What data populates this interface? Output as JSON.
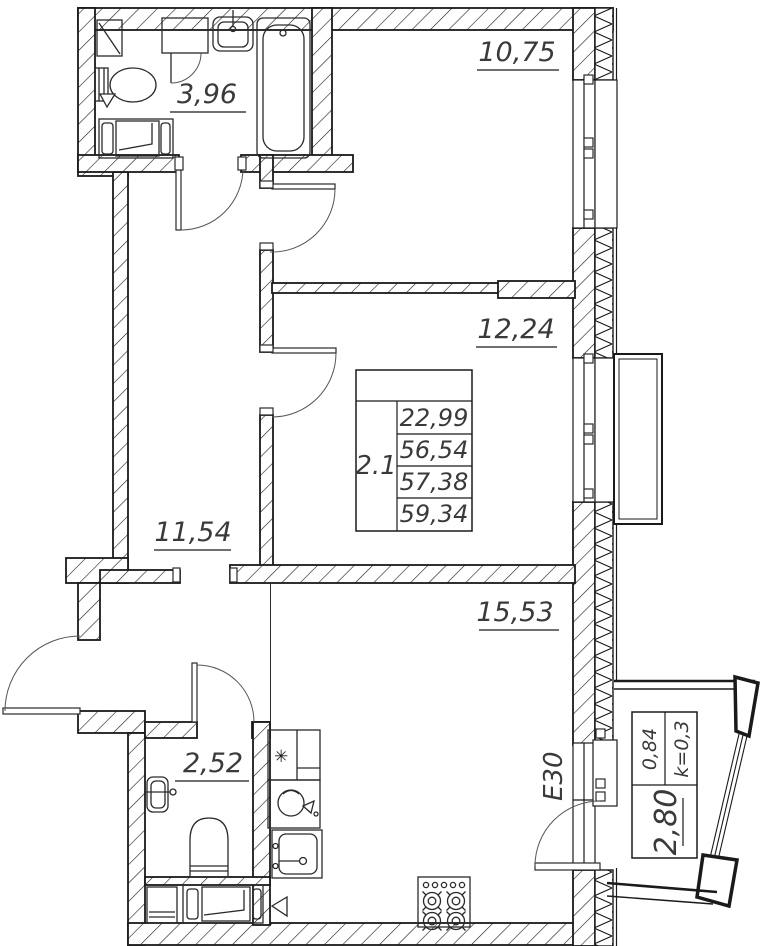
{
  "rooms": {
    "bathroom": "3,96",
    "room_top": "10,75",
    "room_middle": "12,24",
    "corridor": "11,54",
    "kitchen_living": "15,53",
    "wc": "2,52"
  },
  "stamp": {
    "number": "2.1",
    "values": [
      "22,99",
      "56,54",
      "57,38",
      "59,34"
    ]
  },
  "balcony_stamp": {
    "reduced_area": "0,84",
    "coefficient": "k=0,3",
    "full_area": "2,80"
  },
  "door_mark": "Е30",
  "icons": {
    "snowflake": "✳"
  },
  "colors": {
    "ink": "#1a1a1a",
    "label": "#3a3a3a"
  }
}
